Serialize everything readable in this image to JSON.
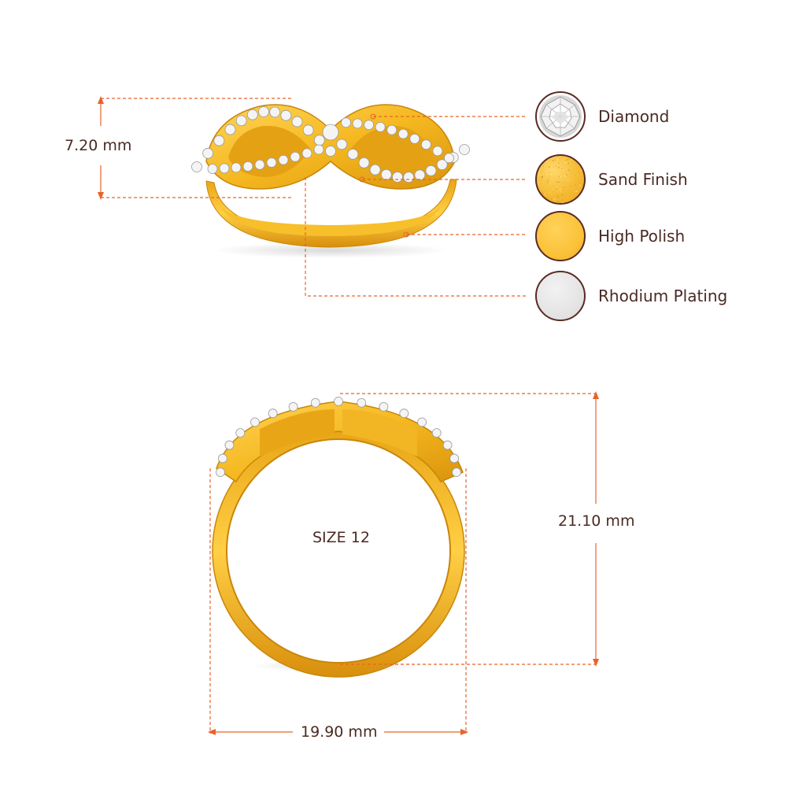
{
  "dimensions": {
    "height_top": "7.20 mm",
    "height_front": "21.10 mm",
    "width_front": "19.90 mm",
    "size": "SIZE 12"
  },
  "legend": [
    {
      "label": "Diamond",
      "icon": "diamond-swatch-icon"
    },
    {
      "label": "Sand Finish",
      "icon": "sand-finish-swatch-icon"
    },
    {
      "label": "High Polish",
      "icon": "high-polish-swatch-icon"
    },
    {
      "label": "Rhodium Plating",
      "icon": "rhodium-plating-swatch-icon"
    }
  ],
  "colors": {
    "dimension_line": "#e8632a",
    "text": "#4a2a22",
    "gold": "#f5b820",
    "gold_dark": "#d38e0a",
    "rhodium": "#e4e4e4",
    "swatch_border": "#5a2b24"
  }
}
